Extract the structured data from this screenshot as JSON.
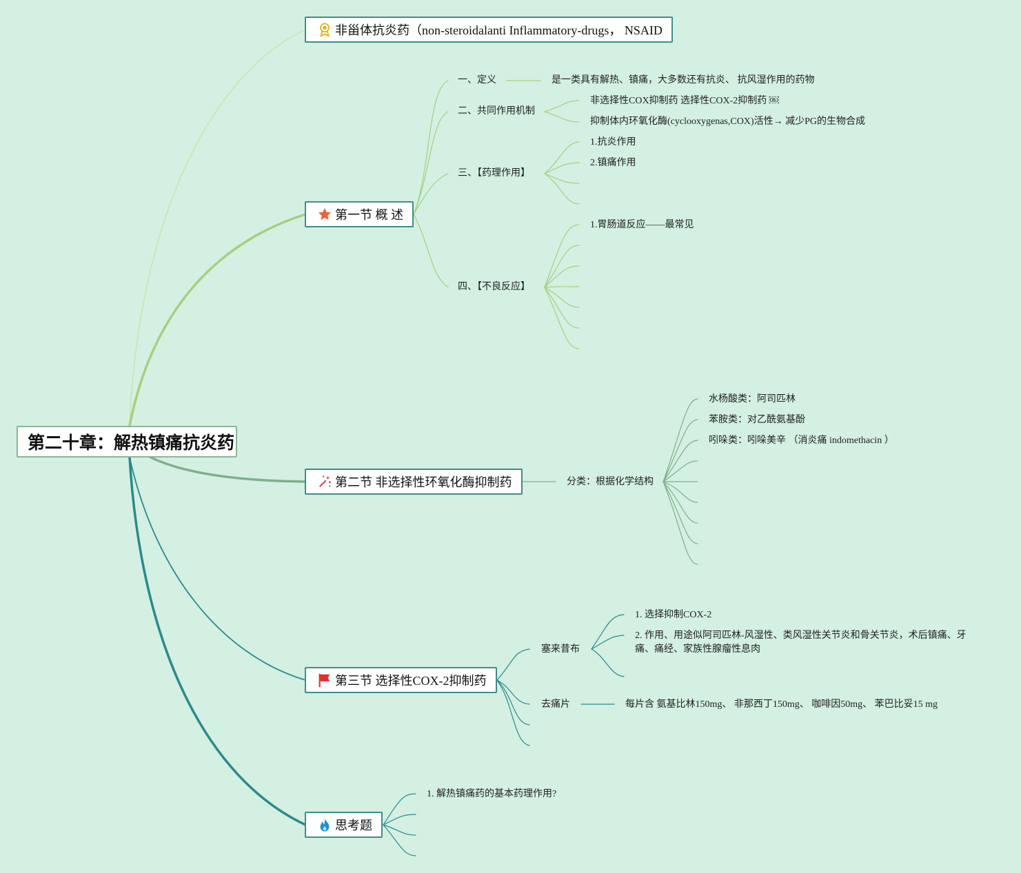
{
  "root": {
    "title": "第二十章：解热镇痛抗炎药"
  },
  "branches": {
    "nsaid": {
      "label": "非甾体抗炎药（non-steroidalanti Inflammatory-drugs， NSAID",
      "icon": "award-ribbon-icon"
    },
    "s1": {
      "label": "第一节 概 述",
      "icon": "star-icon"
    },
    "s2": {
      "label": "第二节 非选择性环氧化酶抑制药",
      "icon": "magic-wand-icon"
    },
    "s3": {
      "label": "第三节 选择性COX-2抑制药",
      "icon": "red-flag-icon"
    },
    "q": {
      "label": "思考题",
      "icon": "flame-icon"
    }
  },
  "s1": {
    "def": {
      "label": "一、定义",
      "text": "是一类具有解热、镇痛，大多数还有抗炎、 抗风湿作用的药物"
    },
    "mech": {
      "label": "二、共同作用机制",
      "items": [
        "非选择性COX抑制药 选择性COX-2抑制药 ￼",
        "抑制体内环氧化酶(cyclooxygenas,COX)活性→ 减少PG的生物合成"
      ]
    },
    "pharm": {
      "label": "三、【药理作用】",
      "items": [
        "1.抗炎作用",
        "2.镇痛作用"
      ]
    },
    "adverse": {
      "label": "四、【不良反应】",
      "items": [
        "1.胃肠道反应——最常见"
      ]
    }
  },
  "s2": {
    "classify": {
      "label": "分类：根据化学结构",
      "items": [
        "水杨酸类：阿司匹林",
        "苯胺类：对乙酰氨基酚",
        "吲哚类：吲哚美辛 （消炎痛 indomethacin ）"
      ]
    }
  },
  "s3": {
    "celecoxib": {
      "label": "塞来昔布",
      "items": [
        "1. 选择抑制COX-2",
        "2. 作用、用途似阿司匹林-风湿性、类风湿性关节炎和骨关节炎，术后镇痛、牙痛、痛经、家族性腺瘤性息肉"
      ]
    },
    "qutongpian": {
      "label": "去痛片",
      "text": "每片含 氨基比林150mg、 非那西丁150mg、 咖啡因50mg、 苯巴比妥15 mg"
    }
  },
  "questions": {
    "items": [
      "1. 解热镇痛药的基本药理作用?"
    ]
  },
  "colors": {
    "background": "#d3f0e2",
    "light_green": "#bfe0a0",
    "mid_green": "#a6cf7e",
    "sage": "#7fb08a",
    "teal": "#2a8a8c"
  }
}
